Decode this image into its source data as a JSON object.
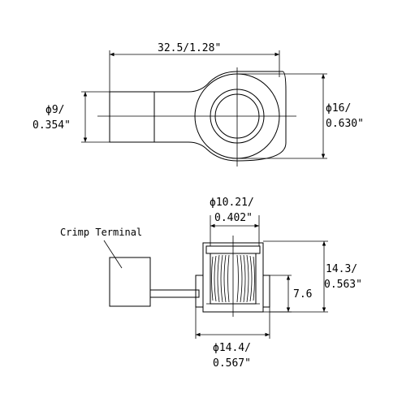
{
  "top_view": {
    "length_dim": "32.5/1.28\"",
    "shank_dia_line1": "ϕ9/",
    "shank_dia_line2": "0.354\"",
    "ring_dia_line1": "ϕ16/",
    "ring_dia_line2": "0.630\""
  },
  "bottom_view": {
    "callout": "Crimp Terminal",
    "inner_dia_line1": "ϕ10.21/",
    "inner_dia_line2": "0.402\"",
    "height_line1": "14.3/",
    "height_line2": "0.563\"",
    "step_height": "7.6",
    "outer_dia_line1": "ϕ14.4/",
    "outer_dia_line2": "0.567\""
  }
}
